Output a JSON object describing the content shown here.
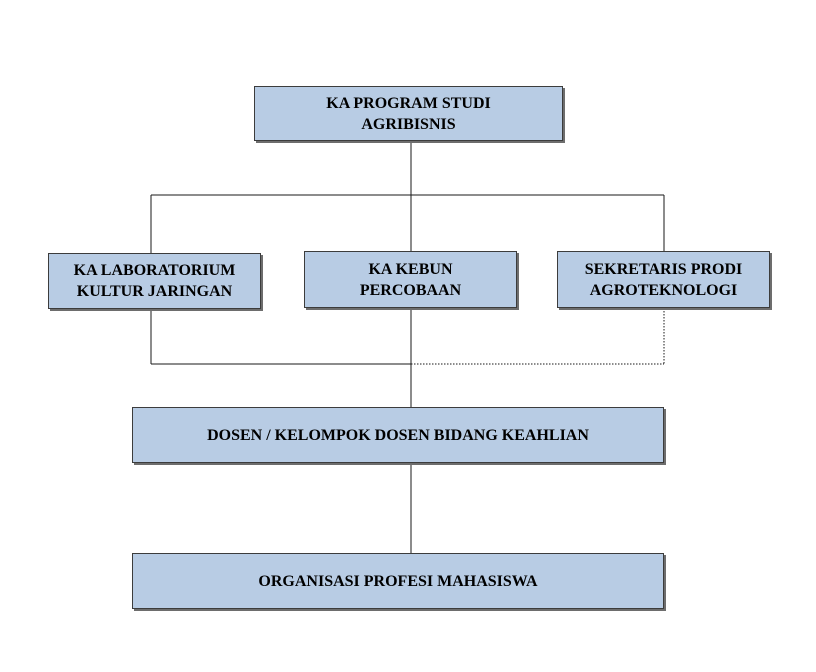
{
  "diagram": {
    "colors": {
      "box_fill": "#b8cce4",
      "box_border": "#3c3c3c",
      "connector": "#1a1a1a"
    },
    "nodes": {
      "head": {
        "line1": "KA PROGRAM STUDI",
        "line2": "AGRIBISNIS"
      },
      "lab": {
        "line1": "KA LABORATORIUM",
        "line2": "KULTUR JARINGAN"
      },
      "kebun": {
        "line1": "KA KEBUN",
        "line2": "PERCOBAAN"
      },
      "sekretaris": {
        "line1": "SEKRETARIS PRODI",
        "line2": "AGROTEKNOLOGI"
      },
      "dosen": {
        "line1": "DOSEN / KELOMPOK DOSEN BIDANG KEAHLIAN"
      },
      "organisasi": {
        "line1": "ORGANISASI PROFESI MAHASISWA"
      }
    },
    "edges": [
      {
        "from": "head",
        "to": "lab"
      },
      {
        "from": "head",
        "to": "kebun"
      },
      {
        "from": "head",
        "to": "sekretaris"
      },
      {
        "from": "lab",
        "to": "dosen"
      },
      {
        "from": "kebun",
        "to": "dosen"
      },
      {
        "from": "sekretaris",
        "to": "dosen",
        "style": "dotted"
      },
      {
        "from": "dosen",
        "to": "organisasi"
      }
    ]
  }
}
